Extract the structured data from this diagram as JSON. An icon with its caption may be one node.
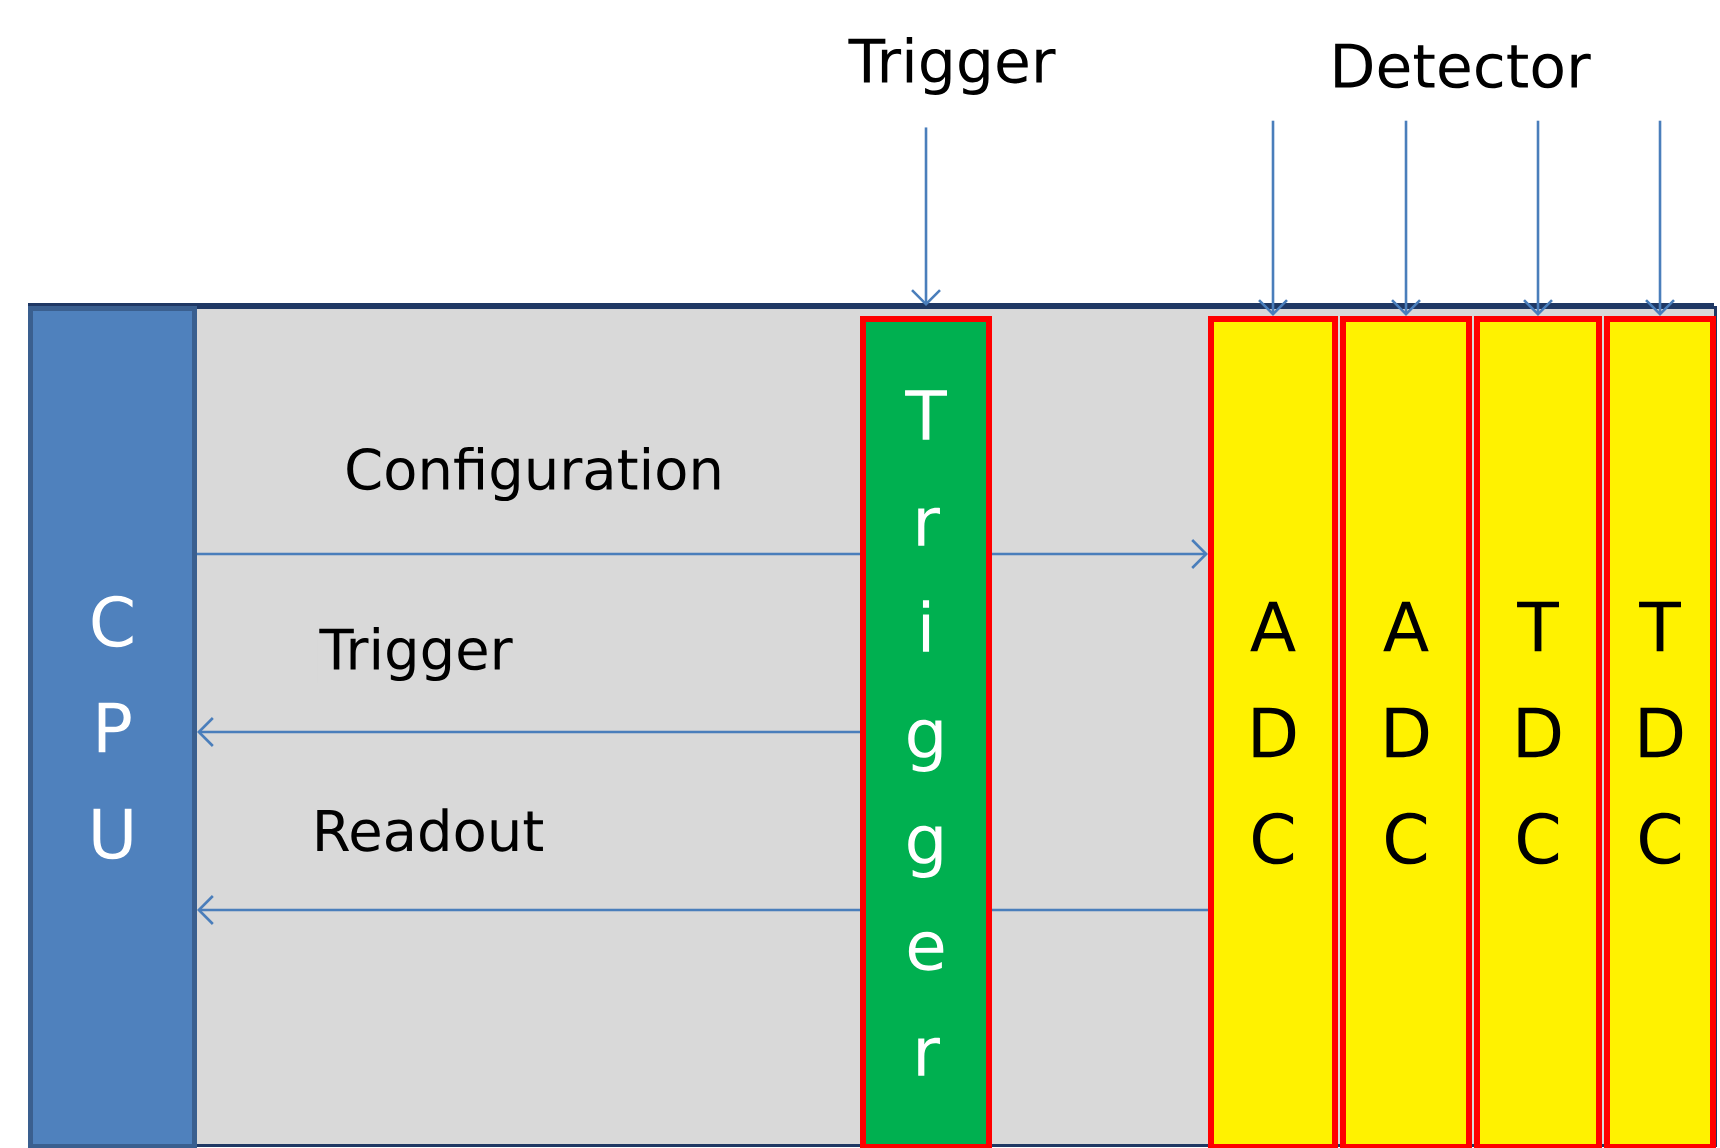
{
  "diagram": {
    "nodes": [
      {
        "text": [],
        "shape": "box"
      },
      {
        "text": [
          "CPU"
        ],
        "in": 0
      },
      {
        "text": [
          "Trigger"
        ],
        "in": 0
      },
      {
        "text": [
          "ADC"
        ],
        "in": 0
      },
      {
        "text": [
          "ADC"
        ],
        "in": 0
      },
      {
        "text": [
          "TDC"
        ],
        "in": 0
      },
      {
        "text": [
          "TDC"
        ],
        "in": 0
      },
      {
        "text": [
          "Trigger"
        ]
      },
      {
        "text": [
          "Detector"
        ]
      }
    ],
    "edges": [
      {
        "from": 1,
        "to": 2,
        "arrow": "none",
        "label": "Configuration"
      },
      {
        "from": 2,
        "to": 3,
        "arrow": "to"
      },
      {
        "from": 2,
        "to": 1,
        "arrow": "to",
        "label": "Trigger"
      },
      {
        "from": 3,
        "to": 2,
        "arrow": "none"
      },
      {
        "from": 2,
        "to": 1,
        "arrow": "to",
        "label": "Readout"
      },
      {
        "from": 7,
        "to": 2,
        "arrow": "to"
      },
      {
        "from": 8,
        "to": 3,
        "arrow": "to"
      },
      {
        "from": 8,
        "to": 4,
        "arrow": "to"
      },
      {
        "from": 8,
        "to": 5,
        "arrow": "to"
      },
      {
        "from": 8,
        "to": 6,
        "arrow": "to"
      }
    ]
  }
}
